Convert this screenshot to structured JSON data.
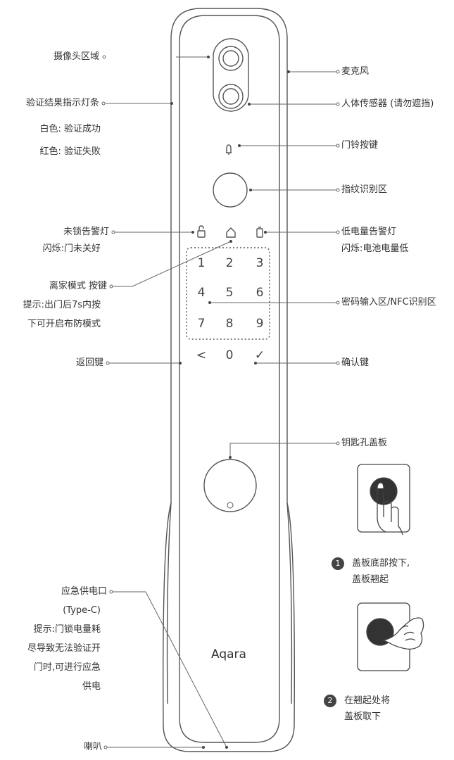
{
  "labels_left": {
    "camera_area": "摄像头区域",
    "indicator_strip": "验证结果指示灯条",
    "white": "白色: 验证成功",
    "red": "红色: 验证失败",
    "unlock_warn": "未锁告警灯",
    "unlock_warn_note": "闪烁:门未关好",
    "away_mode_key": "离家模式 按键",
    "away_mode_tip1": "提示:出门后7s内按",
    "away_mode_tip2": "下可开启布防模式",
    "back_key": "返回键",
    "emergency_port": "应急供电口",
    "type_c": "(Type-C)",
    "emergency_tip1": "提示:门锁电量耗",
    "emergency_tip2": "尽导致无法验证开",
    "emergency_tip3": "门时,可进行应急",
    "emergency_tip4": "供电",
    "speaker": "喇叭"
  },
  "labels_right": {
    "microphone": "麦克风",
    "human_sensor": "人体传感器 (请勿遮挡)",
    "doorbell_key": "门铃按键",
    "fingerprint": "指纹识别区",
    "low_battery": "低电量告警灯",
    "low_battery_note": "闪烁:电池电量低",
    "keypad_area": "密码输入区/NFC识别区",
    "confirm_key": "确认键",
    "keyhole_cover": "钥匙孔盖板"
  },
  "keypad": {
    "k1": "1",
    "k2": "2",
    "k3": "3",
    "k4": "4",
    "k5": "5",
    "k6": "6",
    "k7": "7",
    "k8": "8",
    "k9": "9",
    "back": "<",
    "k0": "0",
    "confirm": "✓"
  },
  "brand": "Aqara",
  "steps": [
    {
      "num": "1",
      "line1": "盖板底部按下,",
      "line2": "盖板翘起"
    },
    {
      "num": "2",
      "line1": "在翘起处将",
      "line2": "盖板取下"
    }
  ]
}
